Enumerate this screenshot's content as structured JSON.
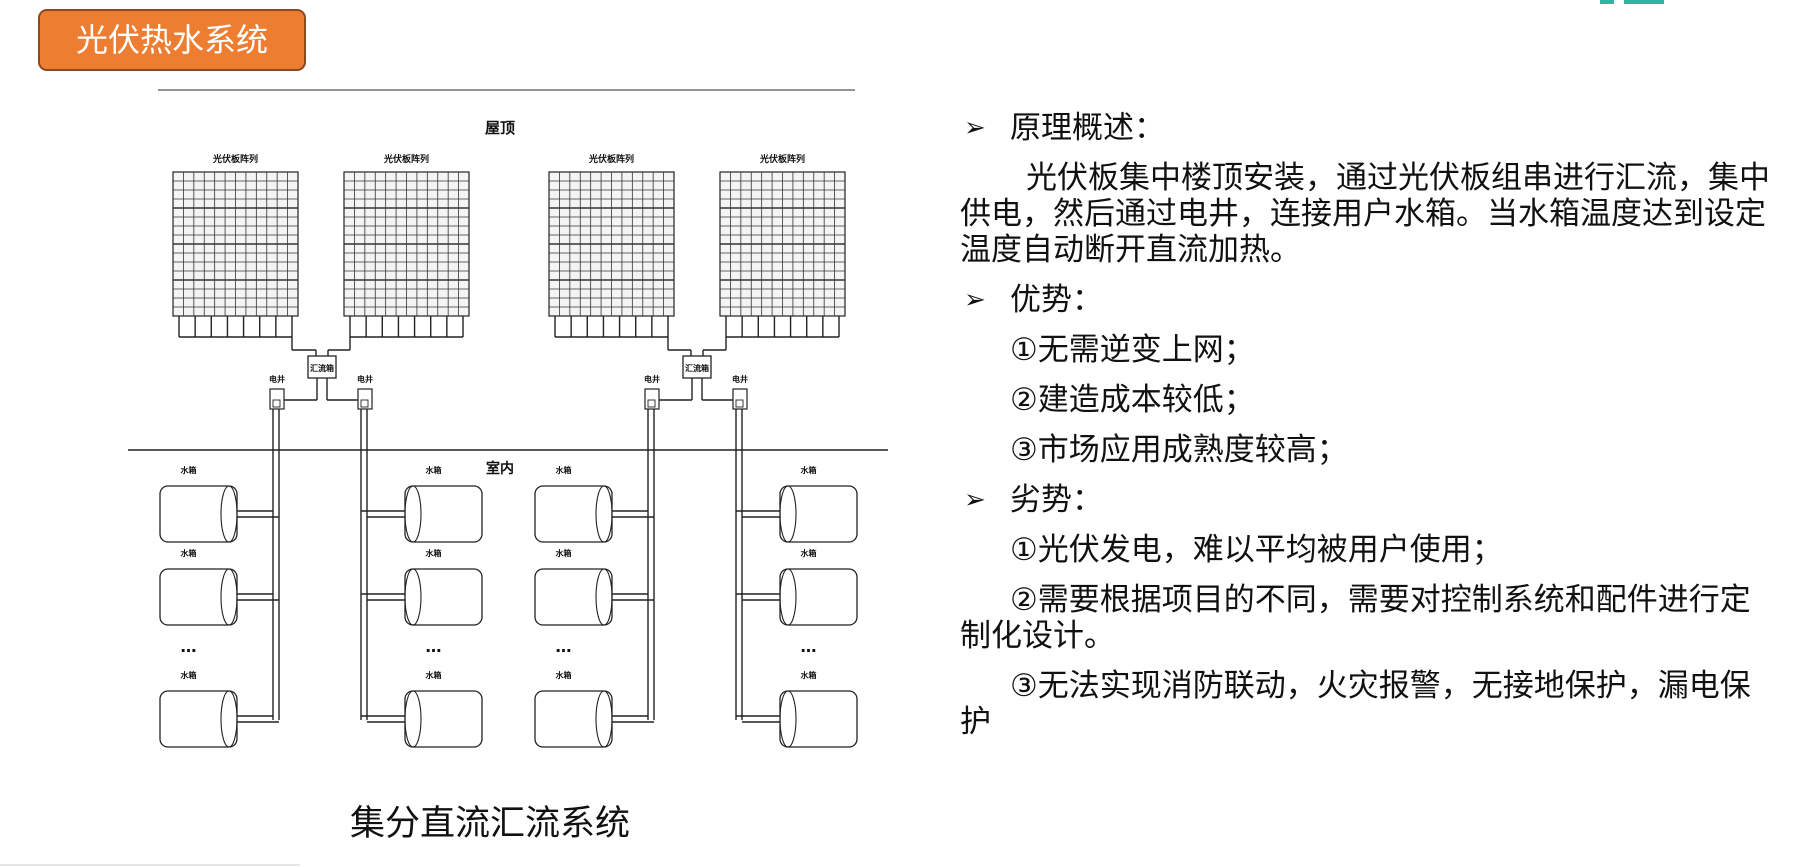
{
  "header": {
    "title": "光伏热水系统",
    "accent_color": "#ED7D31",
    "corner_accent_color": "#2EB6A3"
  },
  "diagram": {
    "roof_label": "屋顶",
    "indoor_label": "室内",
    "panel_array_label": "光伏板阵列",
    "combiner_label": "汇流箱",
    "shaft_label": "电井",
    "tank_label": "水箱",
    "ellipsis": "…",
    "caption": "集分直流汇流系统"
  },
  "content": {
    "principle_heading": "原理概述：",
    "principle_text": "光伏板集中楼顶安装，通过光伏板组串进行汇流，集中供电，然后通过电井，连接用户水箱。当水箱温度达到设定温度自动断开直流加热。",
    "advantages_heading": "优势：",
    "advantages": [
      "①无需逆变上网；",
      "②建造成本较低；",
      "③市场应用成熟度较高；"
    ],
    "disadvantages_heading": "劣势：",
    "disadvantages": [
      "①光伏发电，难以平均被用户使用；",
      "②需要根据项目的不同，需要对控制系统和配件进行定制化设计。",
      "③无法实现消防联动，火灾报警，无接地保护，漏电保护"
    ]
  }
}
